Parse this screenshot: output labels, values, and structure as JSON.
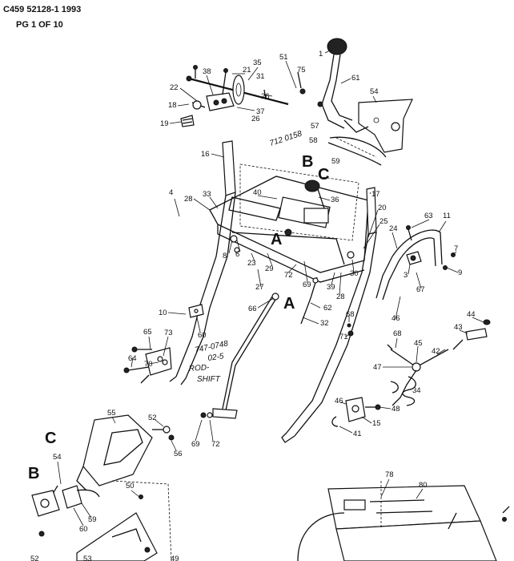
{
  "header": {
    "line1": "C459 52128-1 1993",
    "line2": "PG 1 OF 10"
  },
  "callouts": {
    "big": [
      {
        "id": "A1",
        "text": "A"
      },
      {
        "id": "A2",
        "text": "A"
      },
      {
        "id": "B1",
        "text": "B"
      },
      {
        "id": "B2",
        "text": "B"
      },
      {
        "id": "C1",
        "text": "C"
      },
      {
        "id": "C2",
        "text": "C"
      }
    ]
  },
  "handwritten": {
    "note1": "712 0158",
    "note2": "747-0748",
    "note3": "02-5",
    "note4": "ROD-",
    "note5": "SHIFT"
  },
  "labels": [
    "1",
    "61",
    "54",
    "51",
    "75",
    "35",
    "38",
    "21",
    "31",
    "22",
    "26",
    "37",
    "18",
    "26",
    "19",
    "57",
    "58",
    "59",
    "16",
    "40",
    "36",
    "17",
    "4",
    "28",
    "33",
    "20",
    "25",
    "63",
    "11",
    "24",
    "7",
    "9",
    "8",
    "6",
    "23",
    "29",
    "72",
    "69",
    "39",
    "30",
    "3",
    "28",
    "27",
    "67",
    "66",
    "62",
    "68",
    "71",
    "46",
    "32",
    "10",
    "60",
    "65",
    "73",
    "64",
    "70",
    "44",
    "43",
    "42",
    "45",
    "68",
    "47",
    "34",
    "46",
    "48",
    "15",
    "41",
    "55",
    "52",
    "56",
    "69",
    "72",
    "54",
    "60",
    "59",
    "50",
    "53",
    "49",
    "52",
    "78",
    "80"
  ]
}
